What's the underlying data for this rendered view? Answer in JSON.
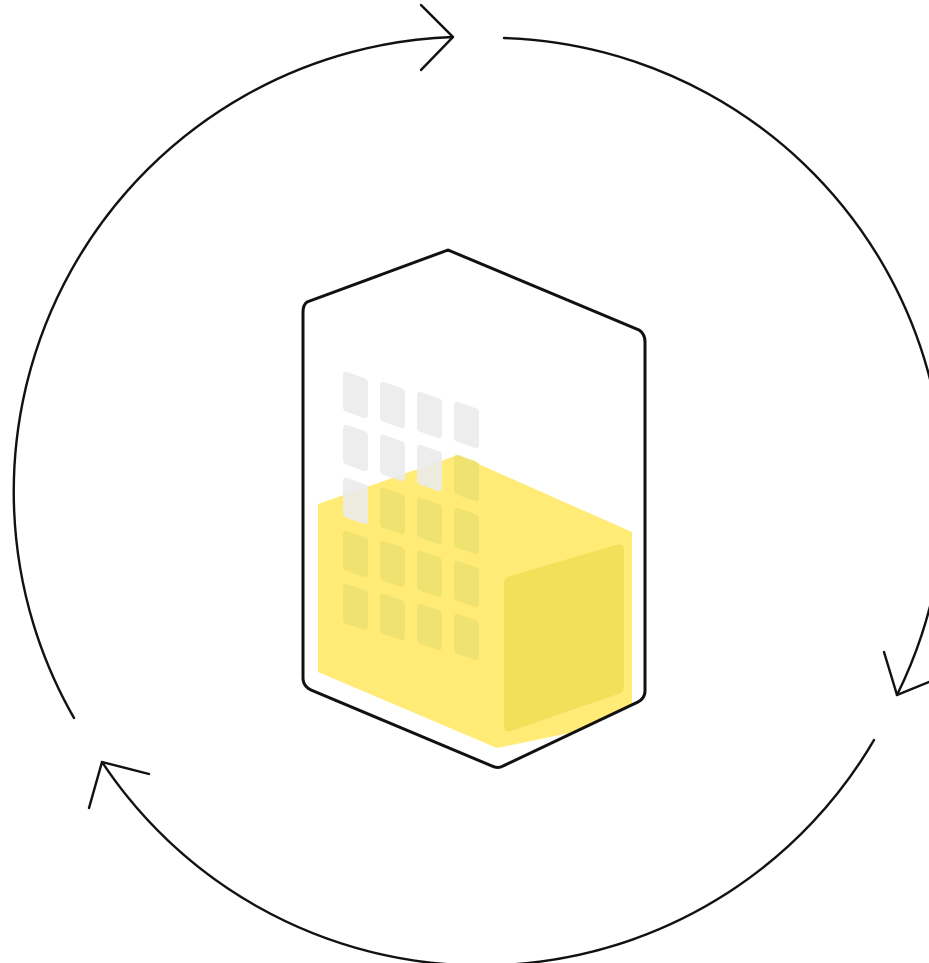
{
  "diagram": {
    "icons": {
      "cycle": "clockwise-cycle-arrows-icon",
      "container": "filling-container-icon"
    },
    "colors": {
      "background": "#ffffff",
      "stroke": "#111111",
      "fill_front": "#ffeb75",
      "fill_side": "#f2e05a",
      "cell_empty": "#ebebeb",
      "cell_filled": "#ece070"
    },
    "cell_grid": {
      "columns": 4,
      "rows": 5
    },
    "fill_level_percent": 55
  }
}
